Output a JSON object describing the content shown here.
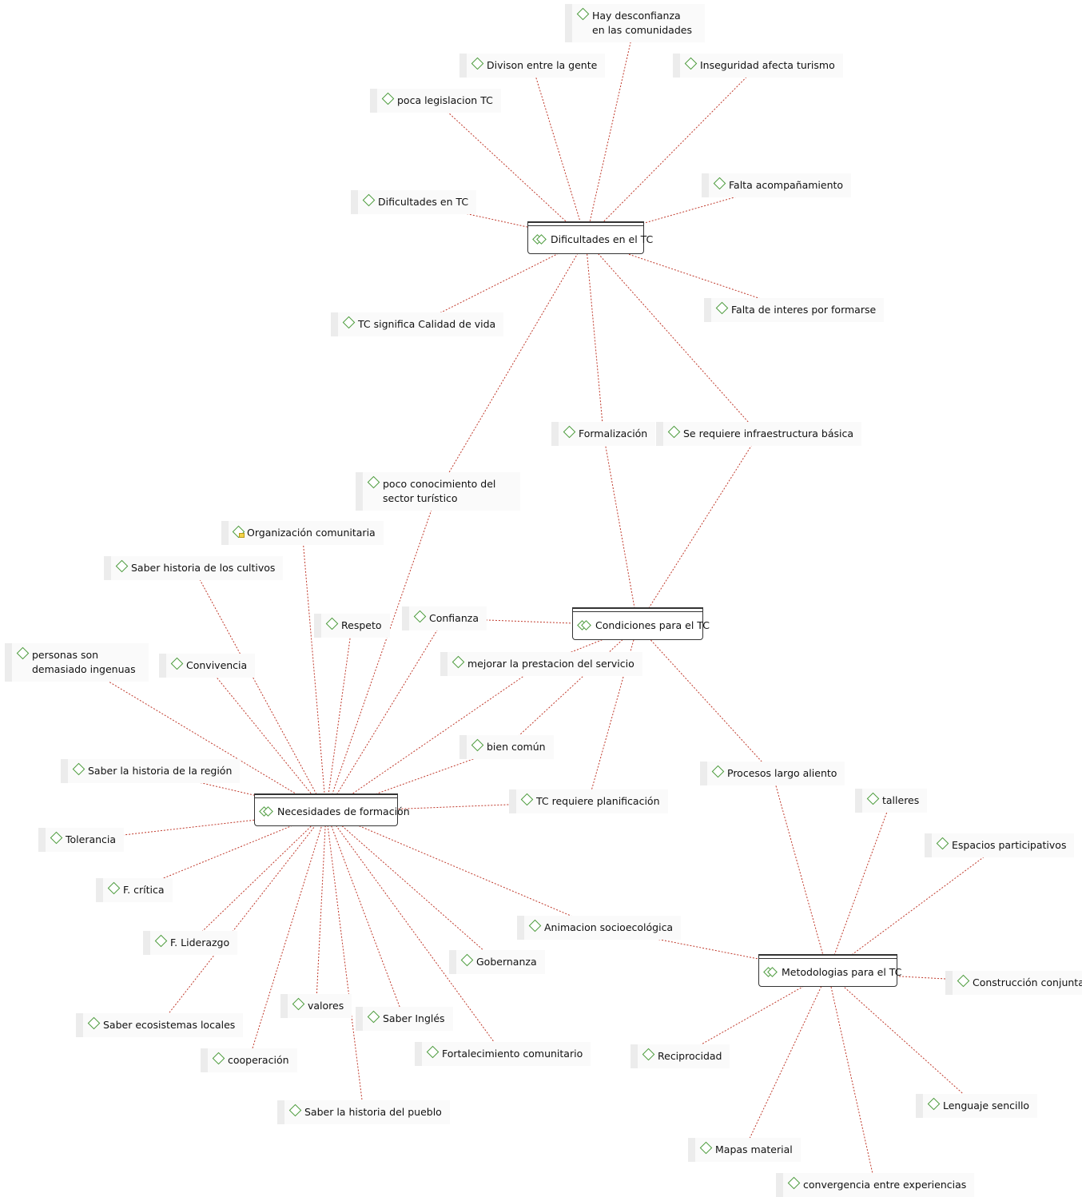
{
  "hubs": [
    {
      "id": "dificultades",
      "label": "Dificultades en el TC"
    },
    {
      "id": "condiciones",
      "label": "Condiciones para el  TC"
    },
    {
      "id": "necesidades",
      "label": "Necesidades de formación"
    },
    {
      "id": "metodologias",
      "label": "Metodologias para el  TC"
    }
  ],
  "nodes": [
    {
      "id": "hay_desconfianza",
      "label": "Hay desconfianza en las comunidades"
    },
    {
      "id": "divison",
      "label": "Divison entre la gente"
    },
    {
      "id": "inseguridad",
      "label": "Inseguridad afecta turismo"
    },
    {
      "id": "poca_legislacion",
      "label": "poca legislacion TC"
    },
    {
      "id": "dificultades_tc",
      "label": "Dificultades en TC"
    },
    {
      "id": "falta_acompanamiento",
      "label": "Falta acompañamiento"
    },
    {
      "id": "tc_calidad",
      "label": "TC significa Calidad de vida"
    },
    {
      "id": "falta_interes",
      "label": "Falta de interes por formarse"
    },
    {
      "id": "formalizacion",
      "label": "Formalización"
    },
    {
      "id": "infraestructura",
      "label": "Se requiere infraestructura básica"
    },
    {
      "id": "poco_conocimiento",
      "label": "poco conocimiento del sector turístico"
    },
    {
      "id": "organizacion",
      "label": "Organización comunitaria",
      "memo": true
    },
    {
      "id": "historia_cultivos",
      "label": "Saber historia de los cultivos"
    },
    {
      "id": "respeto",
      "label": "Respeto"
    },
    {
      "id": "confianza",
      "label": "Confianza"
    },
    {
      "id": "ingenuas",
      "label": "personas son demasiado ingenuas"
    },
    {
      "id": "convivencia",
      "label": "Convivencia"
    },
    {
      "id": "mejorar",
      "label": "mejorar la prestacion del servicio"
    },
    {
      "id": "bien_comun",
      "label": "bien común"
    },
    {
      "id": "historia_region",
      "label": "Saber la historia de la región"
    },
    {
      "id": "tc_planificacion",
      "label": "TC requiere planificación"
    },
    {
      "id": "procesos",
      "label": "Procesos largo aliento"
    },
    {
      "id": "talleres",
      "label": "talleres"
    },
    {
      "id": "tolerancia",
      "label": "Tolerancia"
    },
    {
      "id": "espacios",
      "label": "Espacios participativos"
    },
    {
      "id": "f_critica",
      "label": "F. crítica"
    },
    {
      "id": "animacion",
      "label": "Animacion socioecológica"
    },
    {
      "id": "f_liderazgo",
      "label": "F. Liderazgo"
    },
    {
      "id": "gobernanza",
      "label": "Gobernanza"
    },
    {
      "id": "construccion",
      "label": "Construcción conjunta"
    },
    {
      "id": "valores",
      "label": "valores"
    },
    {
      "id": "saber_ingles",
      "label": "Saber Inglés"
    },
    {
      "id": "ecosistemas",
      "label": "Saber ecosistemas locales"
    },
    {
      "id": "fortalecimiento",
      "label": "Fortalecimiento comunitario"
    },
    {
      "id": "reciprocidad",
      "label": "Reciprocidad"
    },
    {
      "id": "cooperacion",
      "label": "cooperación"
    },
    {
      "id": "historia_pueblo",
      "label": "Saber la historia del pueblo"
    },
    {
      "id": "lenguaje",
      "label": "Lenguaje sencillo"
    },
    {
      "id": "mapas",
      "label": "Mapas material"
    },
    {
      "id": "convergencia",
      "label": "convergencia entre experiencias"
    }
  ],
  "links": [
    [
      "hay_desconfianza",
      "dificultades"
    ],
    [
      "divison",
      "dificultades"
    ],
    [
      "inseguridad",
      "dificultades"
    ],
    [
      "poca_legislacion",
      "dificultades"
    ],
    [
      "dificultades_tc",
      "dificultades"
    ],
    [
      "falta_acompanamiento",
      "dificultades"
    ],
    [
      "tc_calidad",
      "dificultades"
    ],
    [
      "falta_interes",
      "dificultades"
    ],
    [
      "formalizacion",
      "dificultades"
    ],
    [
      "infraestructura",
      "dificultades"
    ],
    [
      "poco_conocimiento",
      "dificultades"
    ],
    [
      "formalizacion",
      "condiciones"
    ],
    [
      "infraestructura",
      "condiciones"
    ],
    [
      "confianza",
      "condiciones"
    ],
    [
      "mejorar",
      "condiciones"
    ],
    [
      "bien_comun",
      "condiciones"
    ],
    [
      "tc_planificacion",
      "condiciones"
    ],
    [
      "procesos",
      "condiciones"
    ],
    [
      "poco_conocimiento",
      "necesidades"
    ],
    [
      "organizacion",
      "necesidades"
    ],
    [
      "historia_cultivos",
      "necesidades"
    ],
    [
      "respeto",
      "necesidades"
    ],
    [
      "confianza",
      "necesidades"
    ],
    [
      "ingenuas",
      "necesidades"
    ],
    [
      "convivencia",
      "necesidades"
    ],
    [
      "mejorar",
      "necesidades"
    ],
    [
      "bien_comun",
      "necesidades"
    ],
    [
      "historia_region",
      "necesidades"
    ],
    [
      "tc_planificacion",
      "necesidades"
    ],
    [
      "tolerancia",
      "necesidades"
    ],
    [
      "f_critica",
      "necesidades"
    ],
    [
      "f_liderazgo",
      "necesidades"
    ],
    [
      "ecosistemas",
      "necesidades"
    ],
    [
      "cooperacion",
      "necesidades"
    ],
    [
      "valores",
      "necesidades"
    ],
    [
      "historia_pueblo",
      "necesidades"
    ],
    [
      "saber_ingles",
      "necesidades"
    ],
    [
      "fortalecimiento",
      "necesidades"
    ],
    [
      "gobernanza",
      "necesidades"
    ],
    [
      "animacion",
      "necesidades"
    ],
    [
      "animacion",
      "metodologias"
    ],
    [
      "procesos",
      "metodologias"
    ],
    [
      "talleres",
      "metodologias"
    ],
    [
      "espacios",
      "metodologias"
    ],
    [
      "construccion",
      "metodologias"
    ],
    [
      "reciprocidad",
      "metodologias"
    ],
    [
      "lenguaje",
      "metodologias"
    ],
    [
      "mapas",
      "metodologias"
    ],
    [
      "convergencia",
      "metodologias"
    ]
  ],
  "colors": {
    "link": "#c0392b",
    "code_icon": "#4a9a3a",
    "memo_icon": "#f3d44a"
  }
}
